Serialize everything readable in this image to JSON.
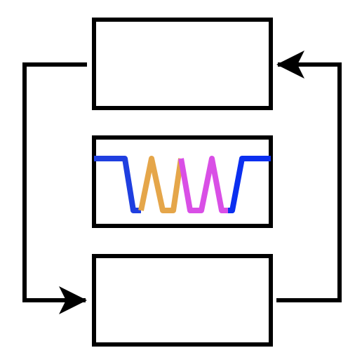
{
  "diagram": {
    "background": "#ffffff",
    "stroke_color": "#000000",
    "nodes": [
      {
        "id": "top-box",
        "label": ""
      },
      {
        "id": "middle-box",
        "label": ""
      },
      {
        "id": "bottom-box",
        "label": ""
      }
    ],
    "edges": [
      {
        "from": "top-box",
        "to": "bottom-box",
        "route": "left",
        "arrow": "end"
      },
      {
        "from": "bottom-box",
        "to": "top-box",
        "route": "right",
        "arrow": "end"
      }
    ],
    "waveform": {
      "icon": "square-wave-icon",
      "segment_colors": [
        "#1f3fe0",
        "#e5a64a",
        "#d94fe6",
        "#0b2ff0"
      ]
    }
  }
}
